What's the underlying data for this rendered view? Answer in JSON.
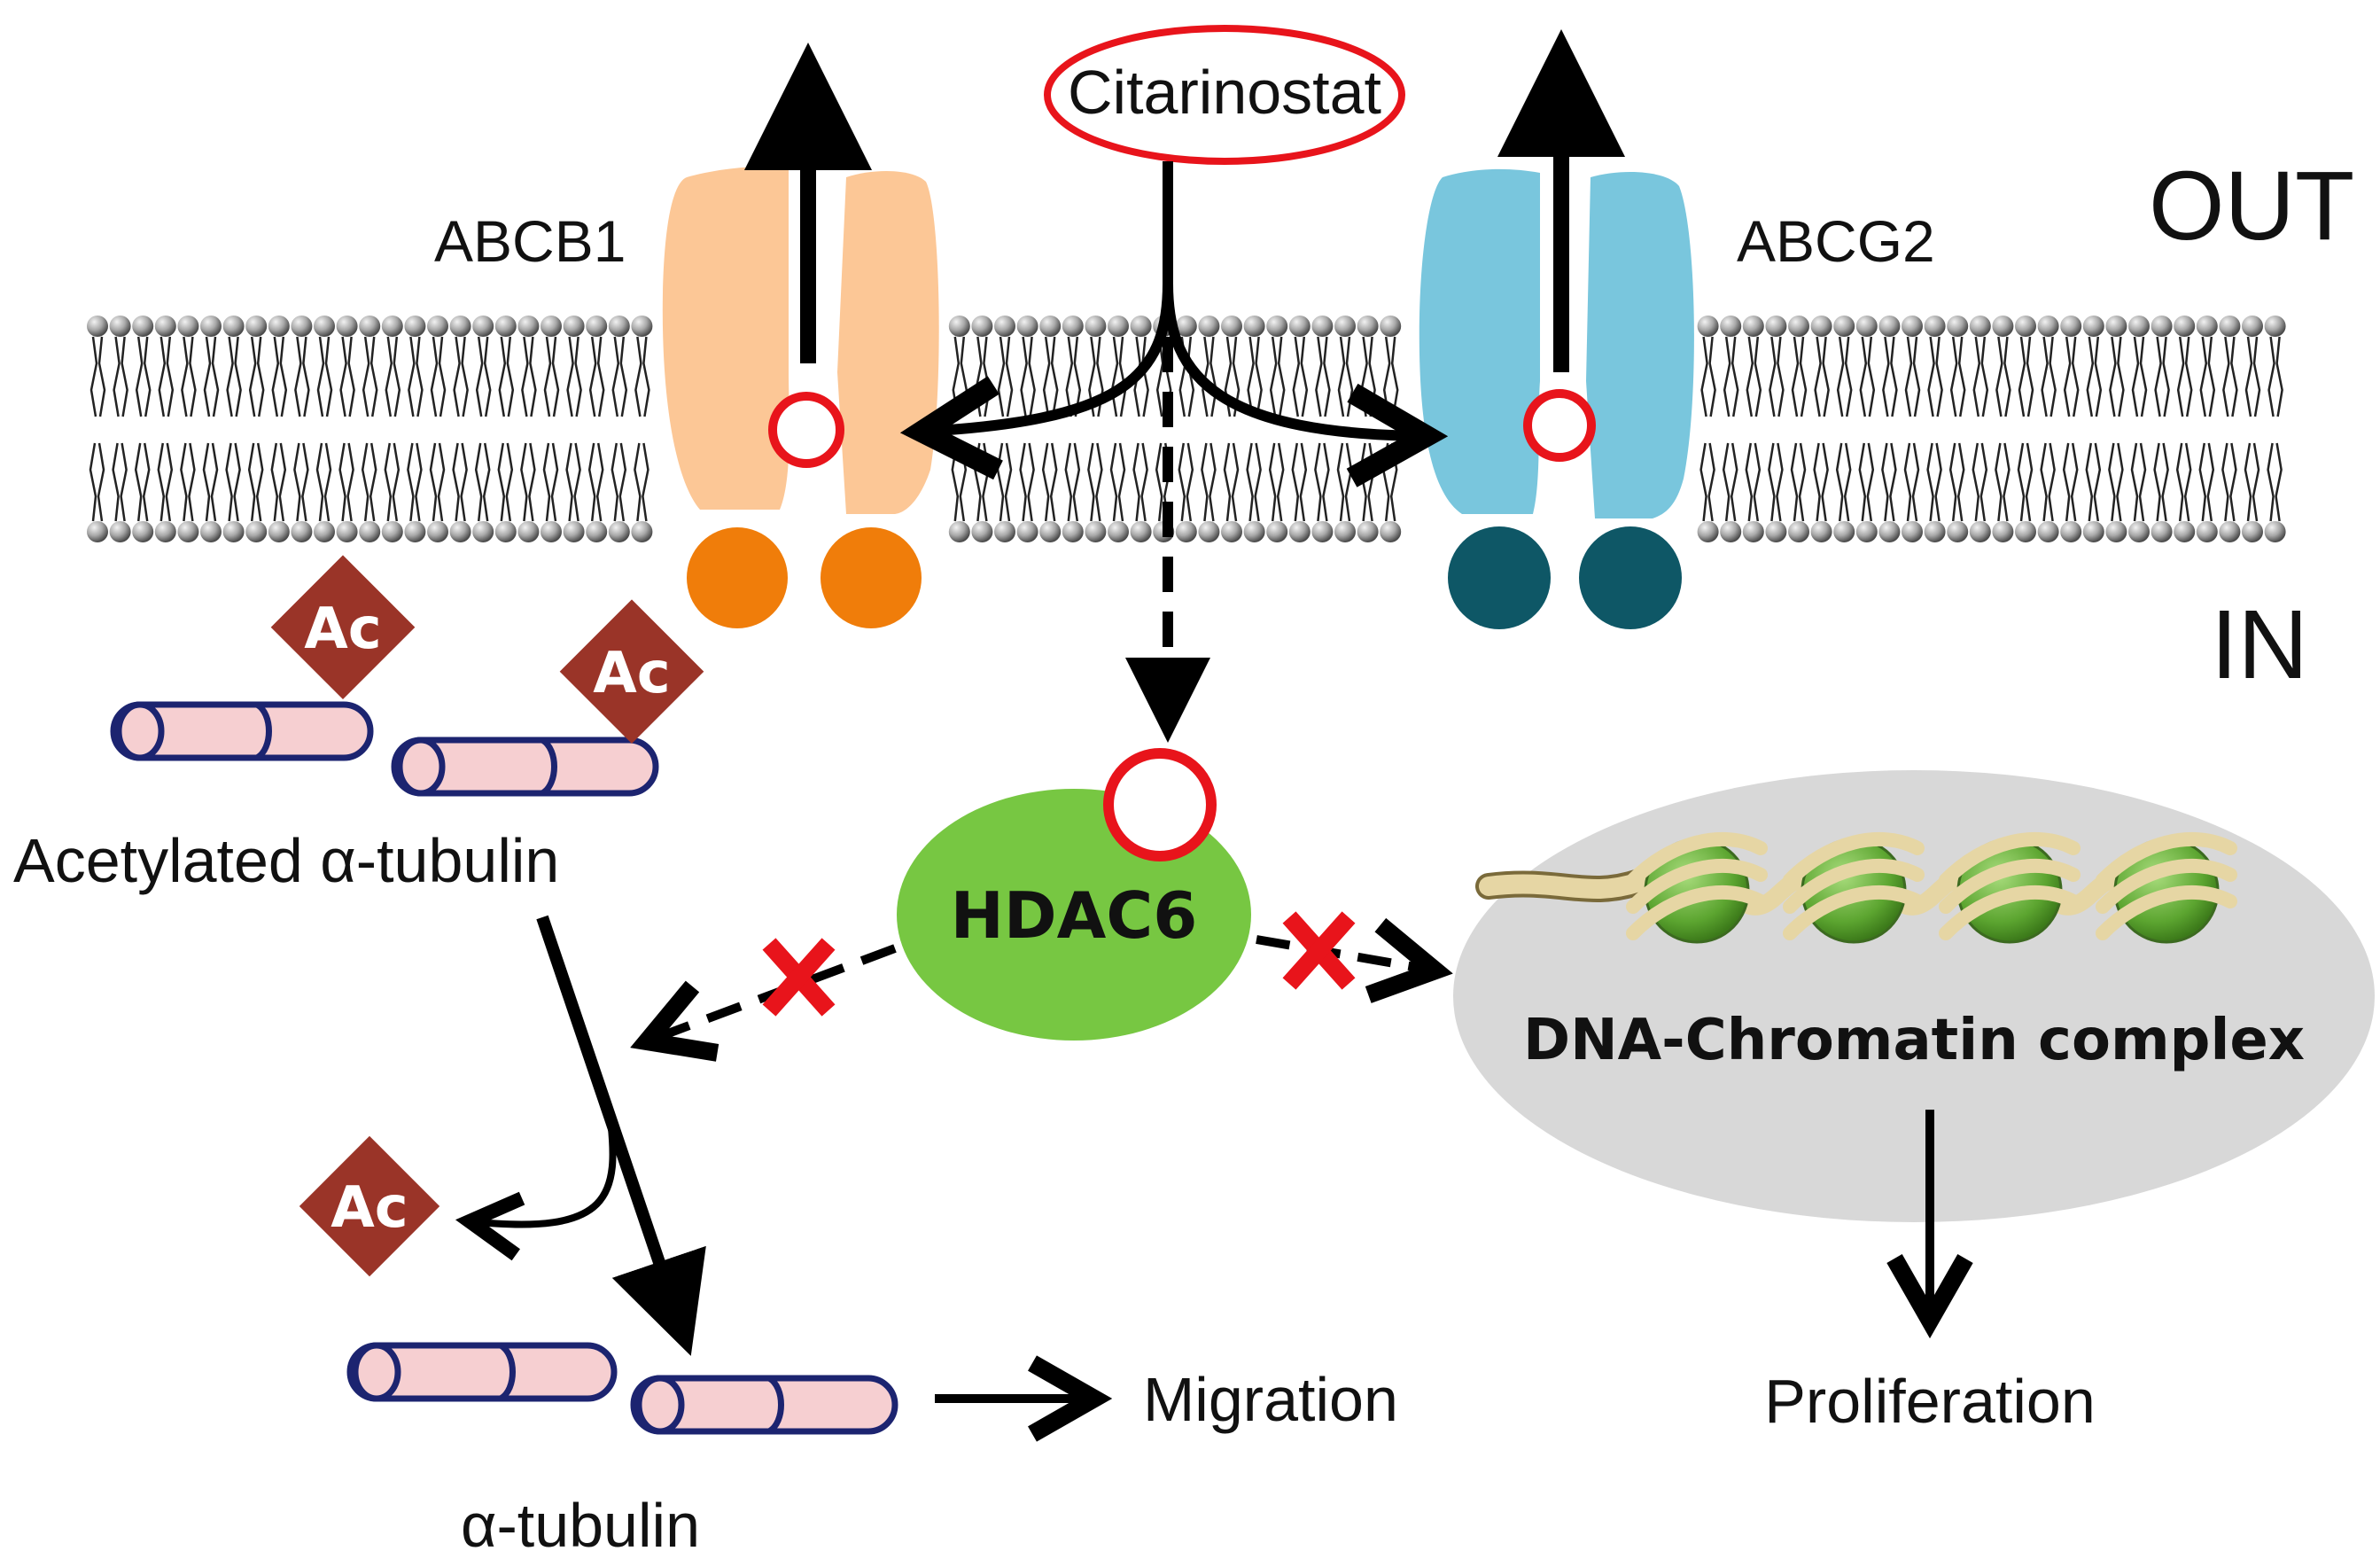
{
  "labels": {
    "drug": "Citarinostat",
    "out": "OUT",
    "in": "IN",
    "abcb1": "ABCB1",
    "abcg2": "ABCG2",
    "hdac6": "HDAC6",
    "acetylated_tubulin": "Acetylated α-tubulin",
    "tubulin": "α-tubulin",
    "migration": "Migration",
    "proliferation": "Proliferation",
    "chromatin": "DNA-Chromatin complex",
    "acetyl": "Ac"
  },
  "colors": {
    "inhibitor_red": "#e8141b",
    "abcb1_body": "#fcc796",
    "abcb1_nbd": "#f07d0a",
    "abcg2_body": "#79c6dd",
    "abcg2_nbd": "#0e5766",
    "hdac6": "#77c742",
    "acetyl": "#9a3428",
    "tubulin_fill": "#f6cfd1",
    "tubulin_edge": "#1c2470",
    "nucleus": "#d8d8d8",
    "nucleosome": "#67b236",
    "dna": "#e6d6a4",
    "lipid_head": "#9c9c9c"
  },
  "icons": {
    "inhibition": "red-x-icon",
    "acetyl_group": "ac-diamond-icon",
    "transport": "efflux-arrow-icon"
  }
}
